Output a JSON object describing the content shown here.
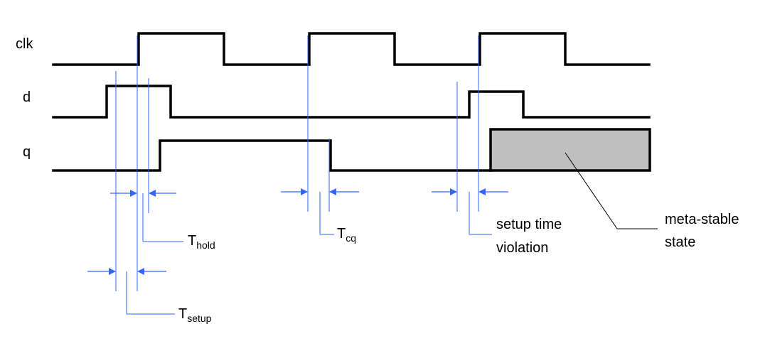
{
  "signals": {
    "clk": "clk",
    "d": "d",
    "q": "q"
  },
  "annotations": {
    "thold_main": "T",
    "thold_sub": "hold",
    "tsetup_main": "T",
    "tsetup_sub": "setup",
    "tcq_main": "T",
    "tcq_sub": "cq",
    "setup_violation_line1": "setup time",
    "setup_violation_line2": "violation",
    "metastable_line1": "meta-stable",
    "metastable_line2": "state"
  },
  "colors": {
    "wave": "#000000",
    "guide": "#3366ff",
    "metastable_fill": "#bfbfbf"
  }
}
